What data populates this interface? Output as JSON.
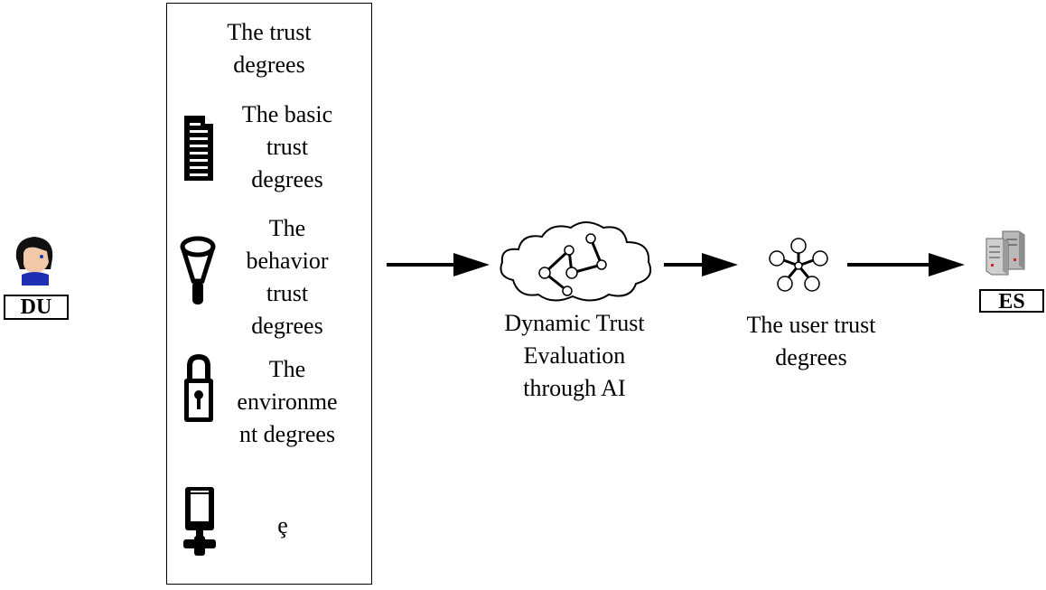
{
  "panel": {
    "header": "The trust\ndegrees",
    "items": [
      {
        "label": "The basic\ntrust\ndegrees",
        "icon": "document-icon"
      },
      {
        "label": "The\nbehavior\ntrust\ndegrees",
        "icon": "funnel-icon"
      },
      {
        "label": "The\nenvironme\nnt degrees",
        "icon": "padlock-icon"
      },
      {
        "label": "ȩ",
        "icon": "device-icon"
      }
    ]
  },
  "du": {
    "label": "DU",
    "icon": "user-avatar-icon"
  },
  "evaluation": {
    "label": "Dynamic Trust\nEvaluation\nthrough AI",
    "icon": "cloud-network-icon"
  },
  "user_trust": {
    "label": "The user trust\ndegrees",
    "icon": "hub-network-icon"
  },
  "es": {
    "label": "ES",
    "icon": "server-icon"
  }
}
